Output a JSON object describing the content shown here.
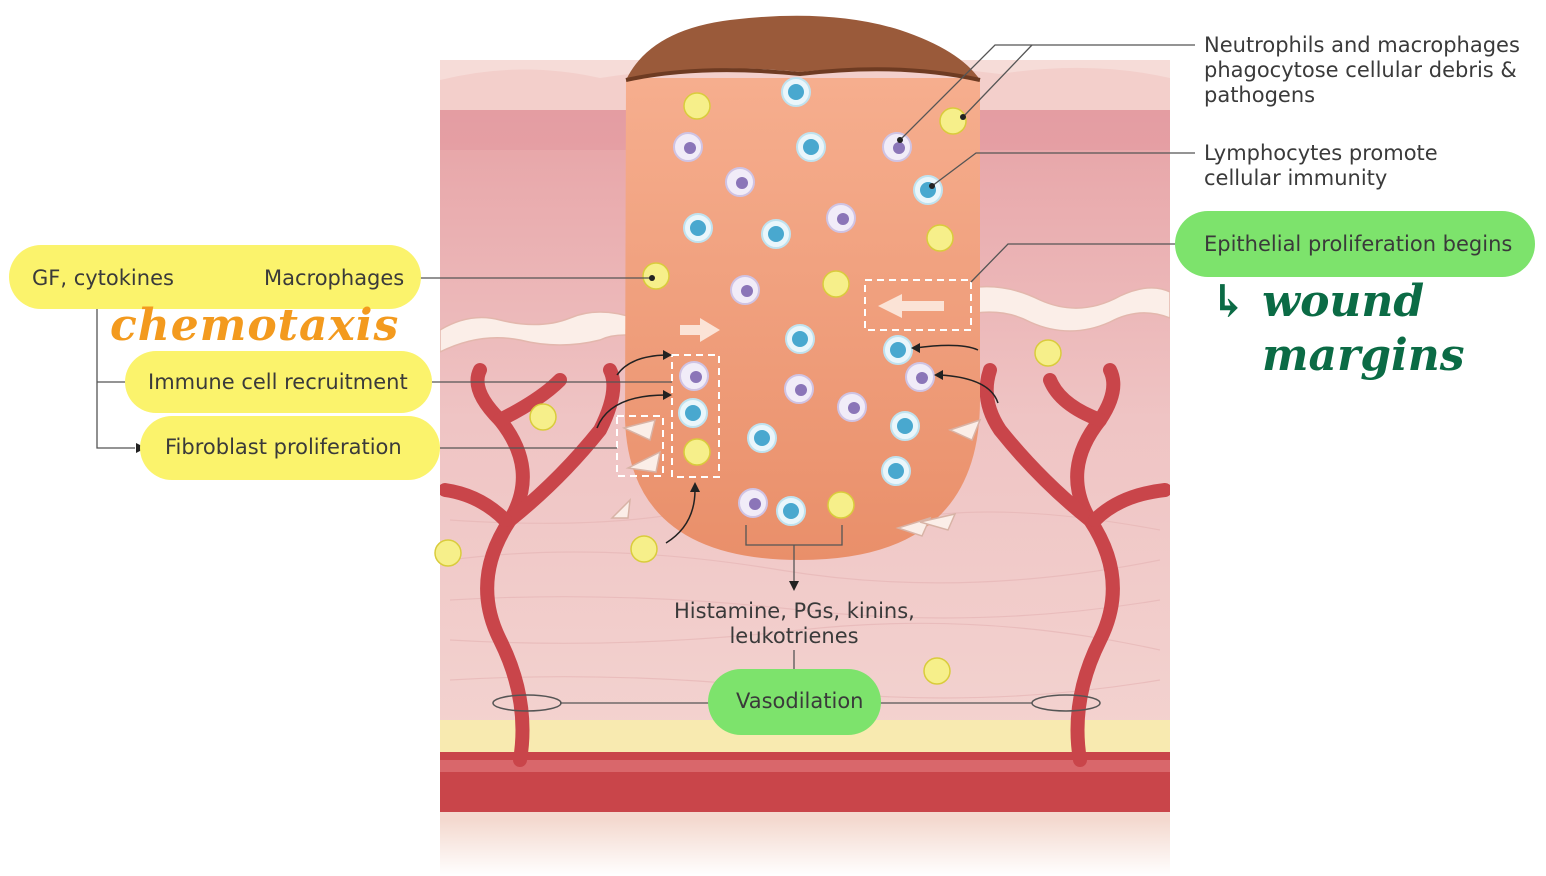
{
  "labels": {
    "neutrophils": [
      "Neutrophils and macrophages",
      "phagocytose cellular debris &",
      "pathogens"
    ],
    "lymphocytes": [
      "Lymphocytes promote",
      "cellular immunity"
    ],
    "epithelial": "Epithelial proliferation begins",
    "gf_cytokines": "GF, cytokines",
    "macrophages": "Macrophages",
    "immune_recruitment": "Immune cell recruitment",
    "fibroblast": "Fibroblast proliferation",
    "mediators": [
      "Histamine, PGs, kinins,",
      "leukotrienes"
    ],
    "vasodilation": "Vasodilation"
  },
  "annotations": {
    "chemotaxis": "chemotaxis",
    "wound_margins_line1": "↳ wound",
    "wound_margins_line2": "margins"
  },
  "colors": {
    "highlight_yellow": "#fbf36c",
    "highlight_green": "#7de36c",
    "annotation_orange": "#f39a1e",
    "annotation_green": "#0b6b45",
    "vessel_red": "#c9454a",
    "wound_orange": "#f2a07c",
    "scab_brown": "#9a5a3a"
  }
}
